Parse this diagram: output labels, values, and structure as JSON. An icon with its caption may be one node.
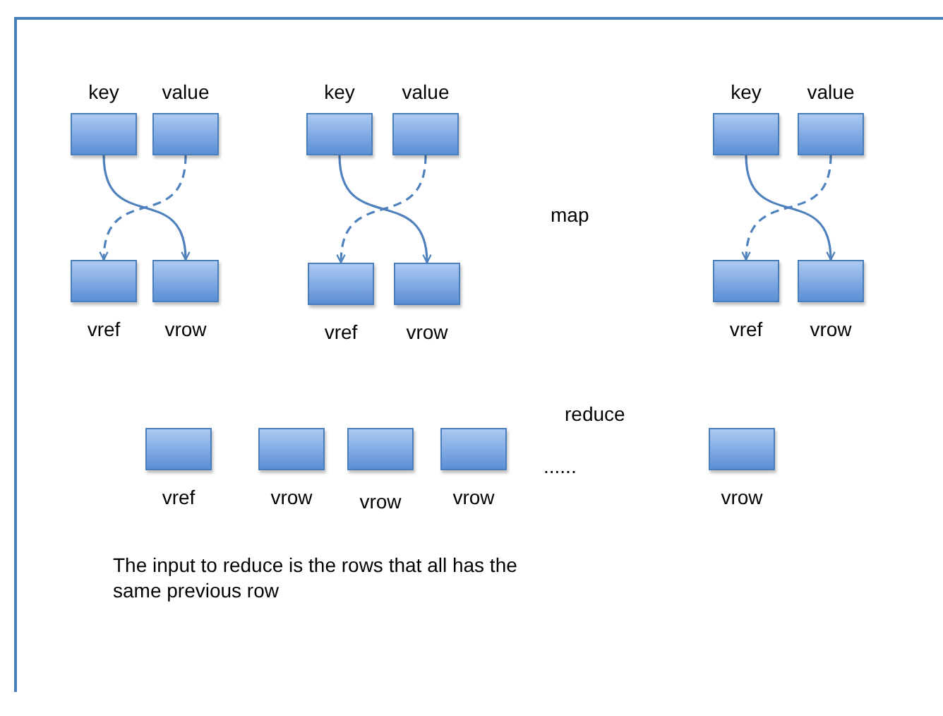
{
  "diagram": {
    "nodes": [
      {
        "text": [
          "key"
        ]
      },
      {
        "text": [
          "value"
        ]
      },
      {
        "text": [
          "vref"
        ]
      },
      {
        "text": [
          "vrow"
        ]
      },
      {
        "text": [
          "key"
        ]
      },
      {
        "text": [
          "value"
        ]
      },
      {
        "text": [
          "vref"
        ]
      },
      {
        "text": [
          "vrow"
        ]
      },
      {
        "text": [
          "key"
        ]
      },
      {
        "text": [
          "value"
        ]
      },
      {
        "text": [
          "vref"
        ]
      },
      {
        "text": [
          "vrow"
        ]
      },
      {
        "text": [
          "vref"
        ]
      },
      {
        "text": [
          "vrow"
        ]
      },
      {
        "text": [
          "vrow"
        ]
      },
      {
        "text": [
          "vrow"
        ]
      },
      {
        "text": [
          "vrow"
        ]
      }
    ],
    "edges": [
      {
        "from": 0,
        "to": 3,
        "arrow": "to"
      },
      {
        "from": 1,
        "to": 2,
        "arrow": "to",
        "style": "dashed"
      },
      {
        "from": 4,
        "to": 7,
        "arrow": "to"
      },
      {
        "from": 5,
        "to": 6,
        "arrow": "to",
        "style": "dashed"
      },
      {
        "from": 8,
        "to": 11,
        "arrow": "to"
      },
      {
        "from": 9,
        "to": 10,
        "arrow": "to",
        "style": "dashed"
      }
    ],
    "labels": [
      "map",
      "reduce",
      "......",
      "The input to reduce is the rows that all has the same previous row"
    ]
  }
}
